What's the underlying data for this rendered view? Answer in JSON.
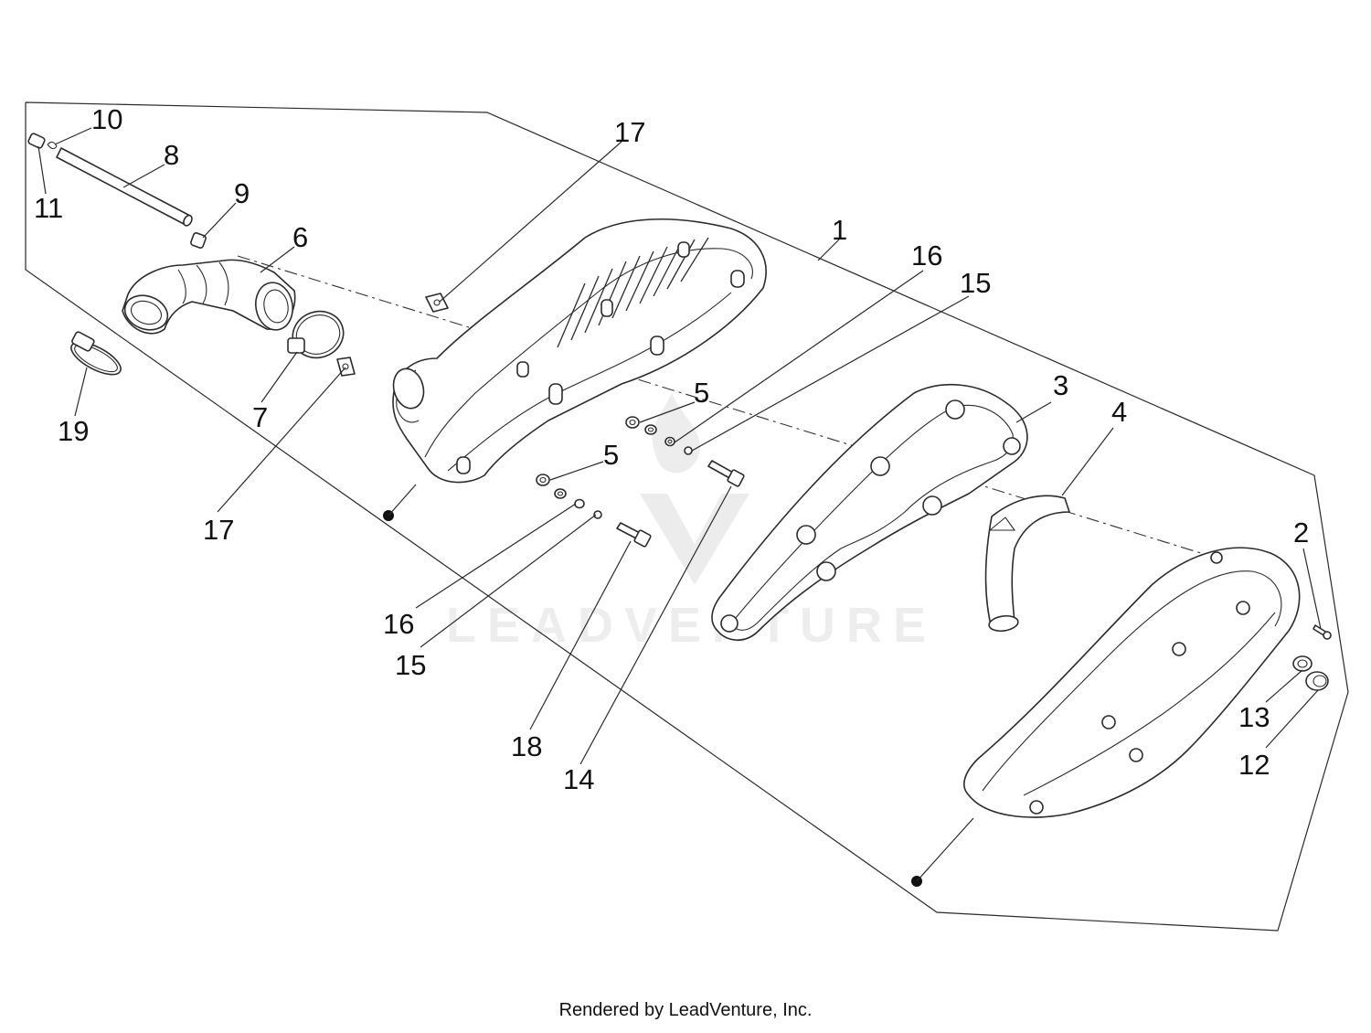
{
  "diagram": {
    "callouts": [
      {
        "id": "c10",
        "label": "10"
      },
      {
        "id": "c11",
        "label": "11"
      },
      {
        "id": "c8",
        "label": "8"
      },
      {
        "id": "c9",
        "label": "9"
      },
      {
        "id": "c6",
        "label": "6"
      },
      {
        "id": "c19",
        "label": "19"
      },
      {
        "id": "c7",
        "label": "7"
      },
      {
        "id": "c17a",
        "label": "17"
      },
      {
        "id": "c17b",
        "label": "17"
      },
      {
        "id": "c1",
        "label": "1"
      },
      {
        "id": "c16a",
        "label": "16"
      },
      {
        "id": "c15a",
        "label": "15"
      },
      {
        "id": "c5a",
        "label": "5"
      },
      {
        "id": "c5b",
        "label": "5"
      },
      {
        "id": "c3",
        "label": "3"
      },
      {
        "id": "c4",
        "label": "4"
      },
      {
        "id": "c2",
        "label": "2"
      },
      {
        "id": "c16b",
        "label": "16"
      },
      {
        "id": "c15b",
        "label": "15"
      },
      {
        "id": "c18",
        "label": "18"
      },
      {
        "id": "c14",
        "label": "14"
      },
      {
        "id": "c13",
        "label": "13"
      },
      {
        "id": "c12",
        "label": "12"
      }
    ],
    "watermark": "LEADVENTURE"
  },
  "footer": {
    "text": "Rendered by LeadVenture, Inc."
  }
}
